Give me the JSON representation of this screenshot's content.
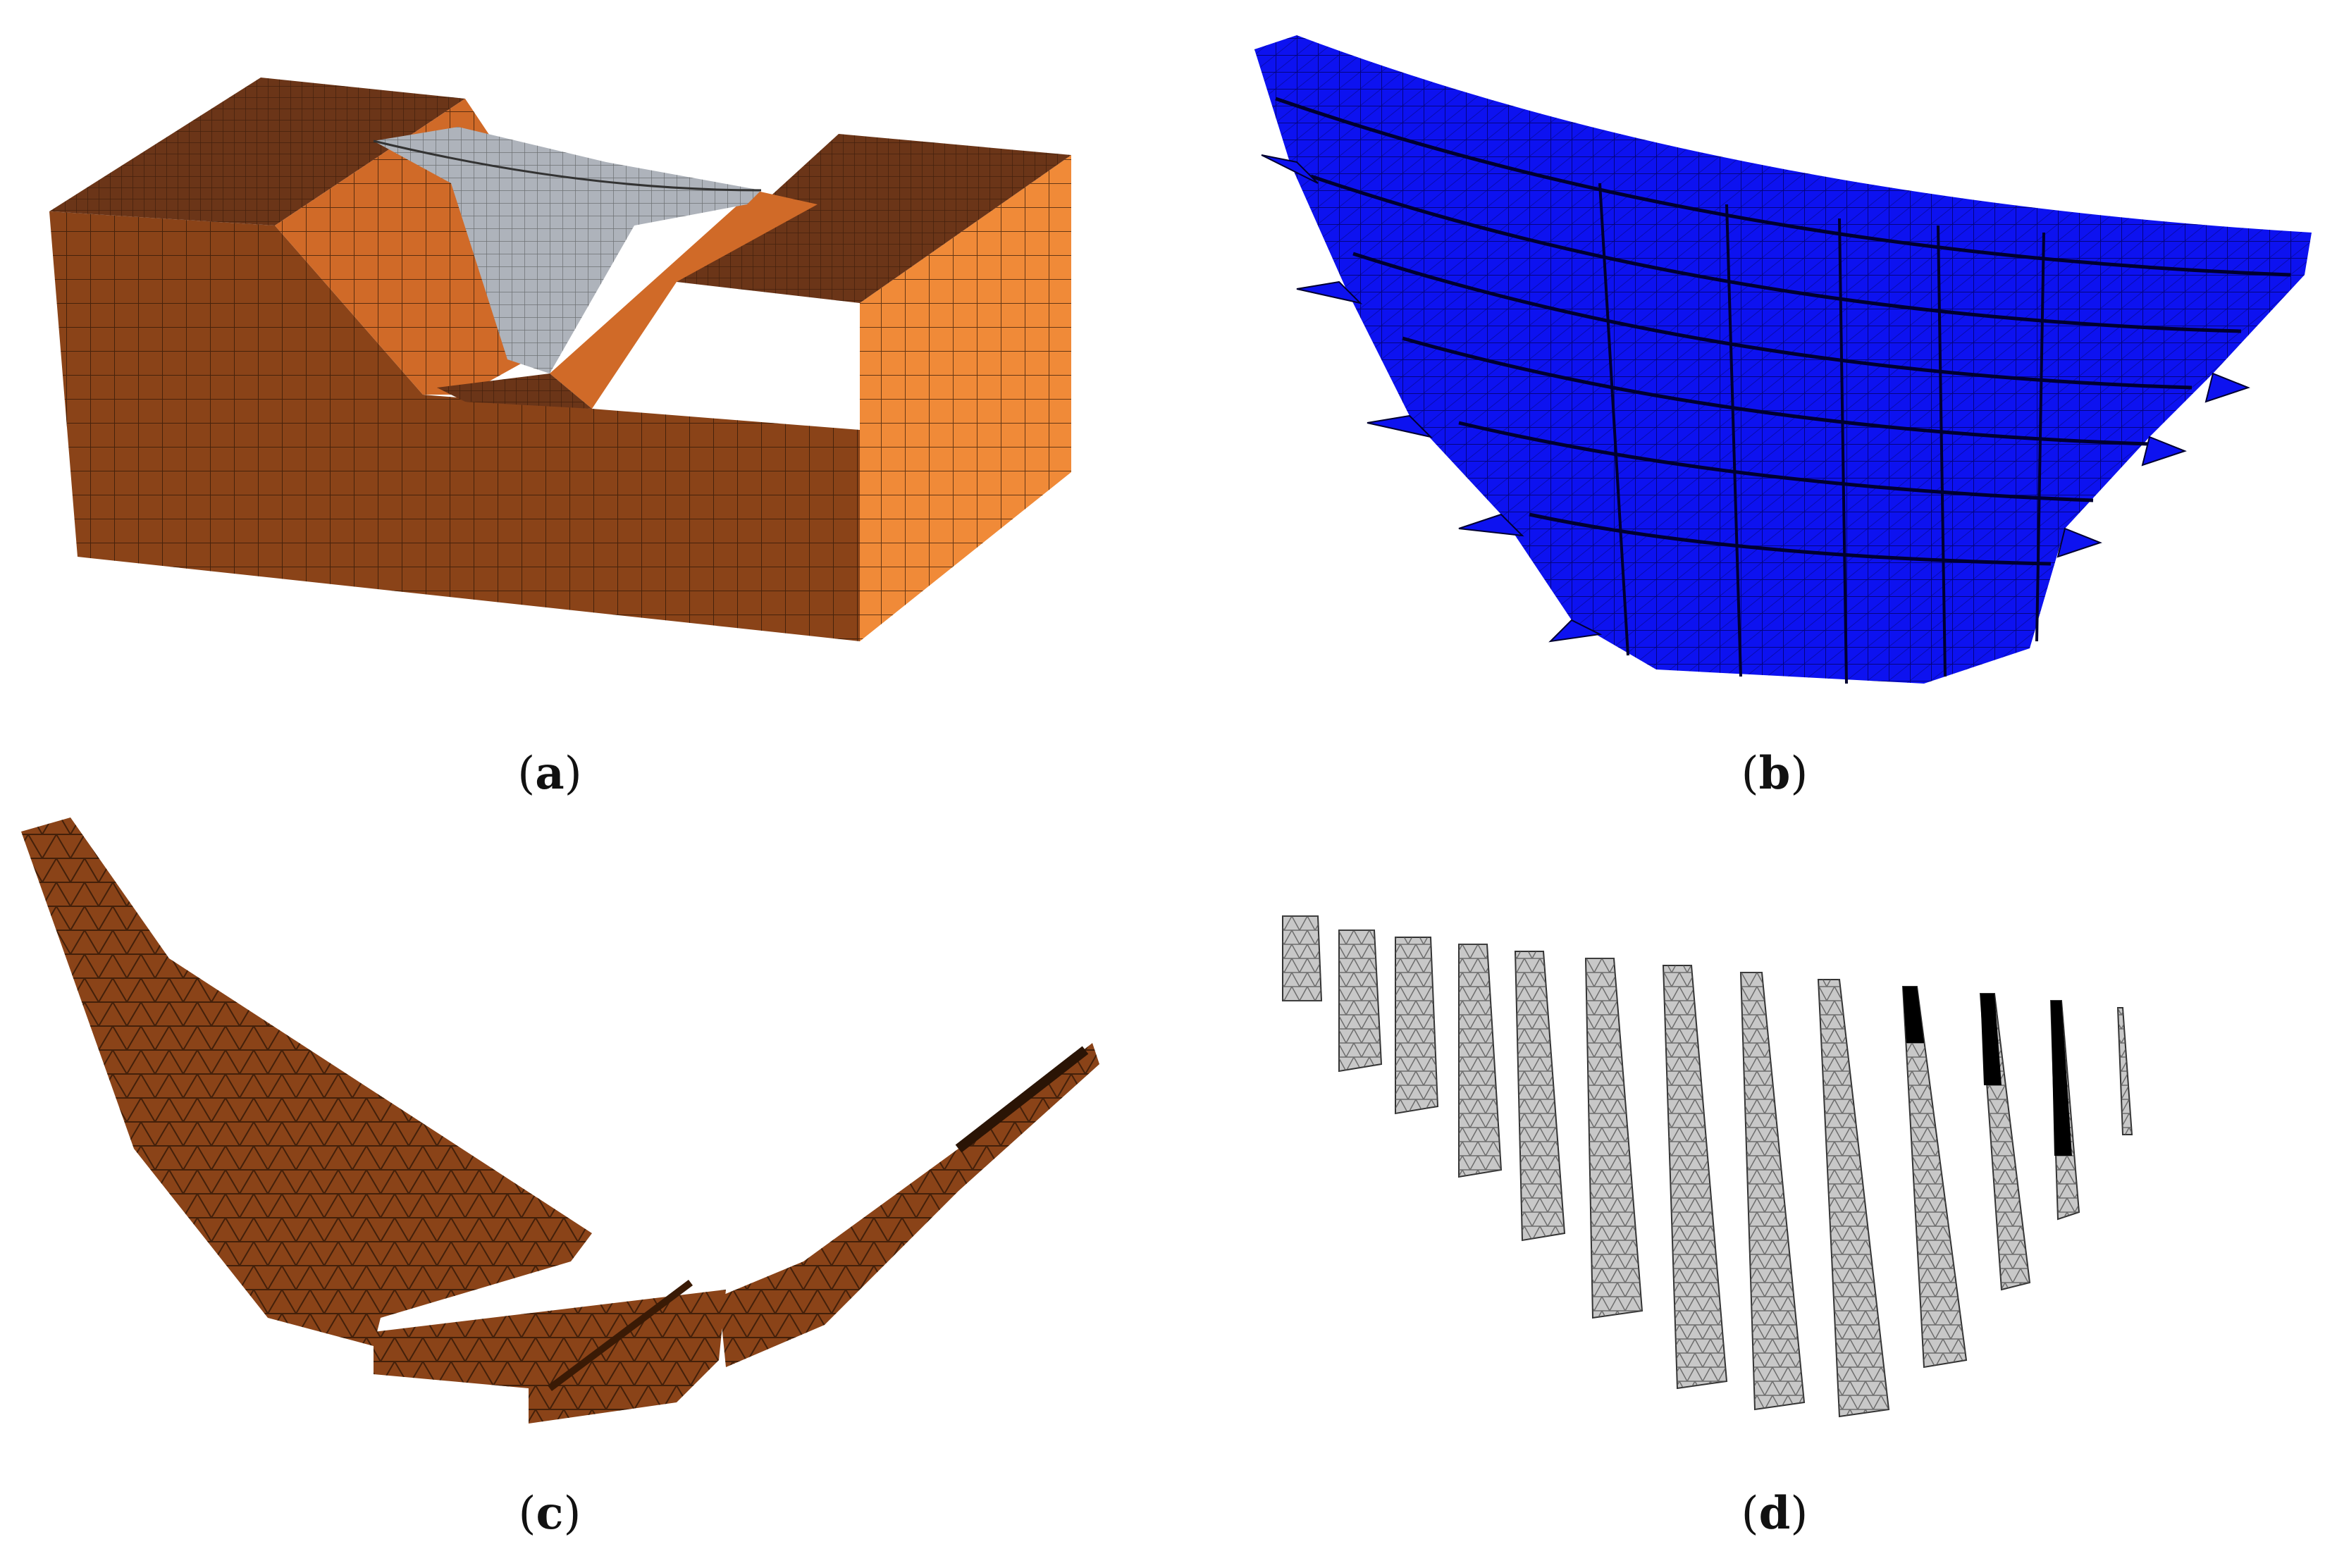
{
  "figure": {
    "panels": [
      {
        "id": "a",
        "open": "(",
        "letter": "a",
        "close": ")",
        "depicts": "dam-foundation-mesh"
      },
      {
        "id": "b",
        "open": "(",
        "letter": "b",
        "close": ")",
        "depicts": "arch-dam-mesh-blue"
      },
      {
        "id": "c",
        "open": "(",
        "letter": "c",
        "close": ")",
        "depicts": "foundation-contact-surface-mesh"
      },
      {
        "id": "d",
        "open": "(",
        "letter": "d",
        "close": ")",
        "depicts": "dam-block-joint-slices"
      }
    ],
    "colors": {
      "rock_top": "#6b3518",
      "rock_front": "#8a4318",
      "rock_side": "#f08a38",
      "rock_slope": "#d06a28",
      "dam_gray": "#aeb3bb",
      "dam_blue": "#0d12f0",
      "mesh_line": "#2a1405",
      "slice_gray": "#c8c8c8"
    }
  }
}
